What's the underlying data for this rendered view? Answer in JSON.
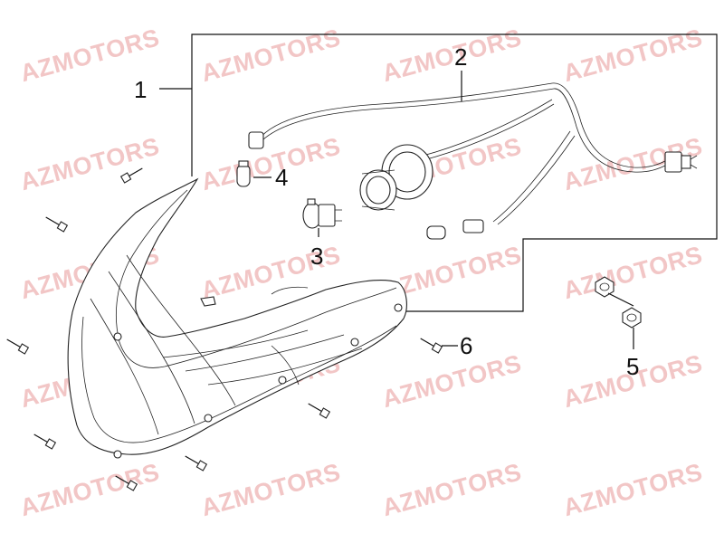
{
  "watermark": "AZMOTORS",
  "callouts": {
    "c1": "1",
    "c2": "2",
    "c3": "3",
    "c4": "4",
    "c5": "5",
    "c6": "6"
  }
}
